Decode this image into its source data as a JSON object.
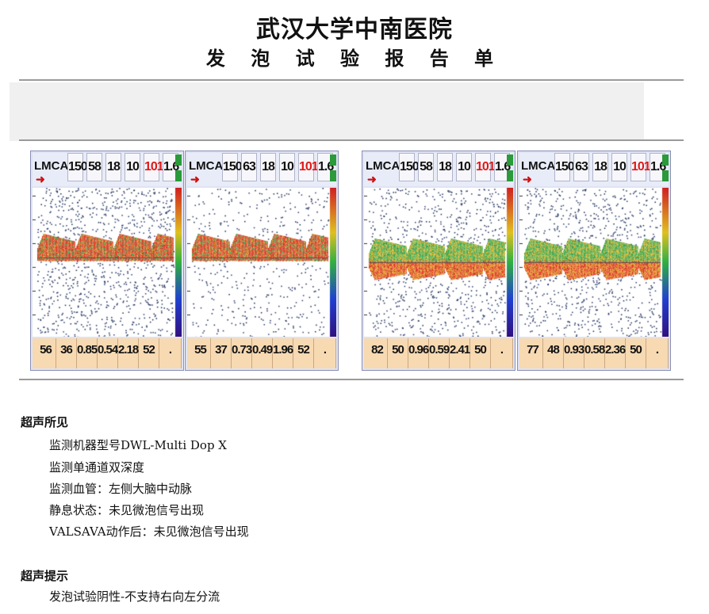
{
  "header": {
    "hospital": "武汉大学中南医院",
    "report_title": "发 泡 试 验 报 告 单"
  },
  "panels": [
    {
      "label": "LMCA",
      "header_values": [
        "150",
        "58",
        "18",
        "10",
        "101",
        "1.6"
      ],
      "footer_values": [
        "56",
        "36",
        "0.85",
        "0.54",
        "2.18",
        "52",
        "."
      ]
    },
    {
      "label": "LMCA",
      "header_values": [
        "150",
        "63",
        "18",
        "10",
        "101",
        "1.6"
      ],
      "footer_values": [
        "55",
        "37",
        "0.73",
        "0.49",
        "1.96",
        "52",
        "."
      ]
    },
    {
      "label": "LMCA",
      "header_values": [
        "150",
        "58",
        "18",
        "10",
        "101",
        "1.6"
      ],
      "footer_values": [
        "82",
        "50",
        "0.96",
        "0.59",
        "2.41",
        "50",
        "."
      ]
    },
    {
      "label": "LMCA",
      "header_values": [
        "150",
        "63",
        "18",
        "10",
        "101",
        "1.6"
      ],
      "footer_values": [
        "77",
        "48",
        "0.93",
        "0.58",
        "2.36",
        "50",
        "."
      ]
    }
  ],
  "findings": {
    "heading": "超声所见",
    "lines": [
      "监测机器型号DWL-Multi Dop X",
      "监测单通道双深度",
      "监测血管：左侧大脑中动脉",
      "静息状态：未见微泡信号出现",
      "VALSAVA动作后：未见微泡信号出现"
    ]
  },
  "conclusion": {
    "heading": "超声提示",
    "lines": [
      "发泡试验阴性-不支持右向左分流"
    ]
  },
  "colors": {
    "footer_bg": "#f7d9b2",
    "accent_red": "#e01818",
    "panel_border": "#8a8fb8"
  }
}
